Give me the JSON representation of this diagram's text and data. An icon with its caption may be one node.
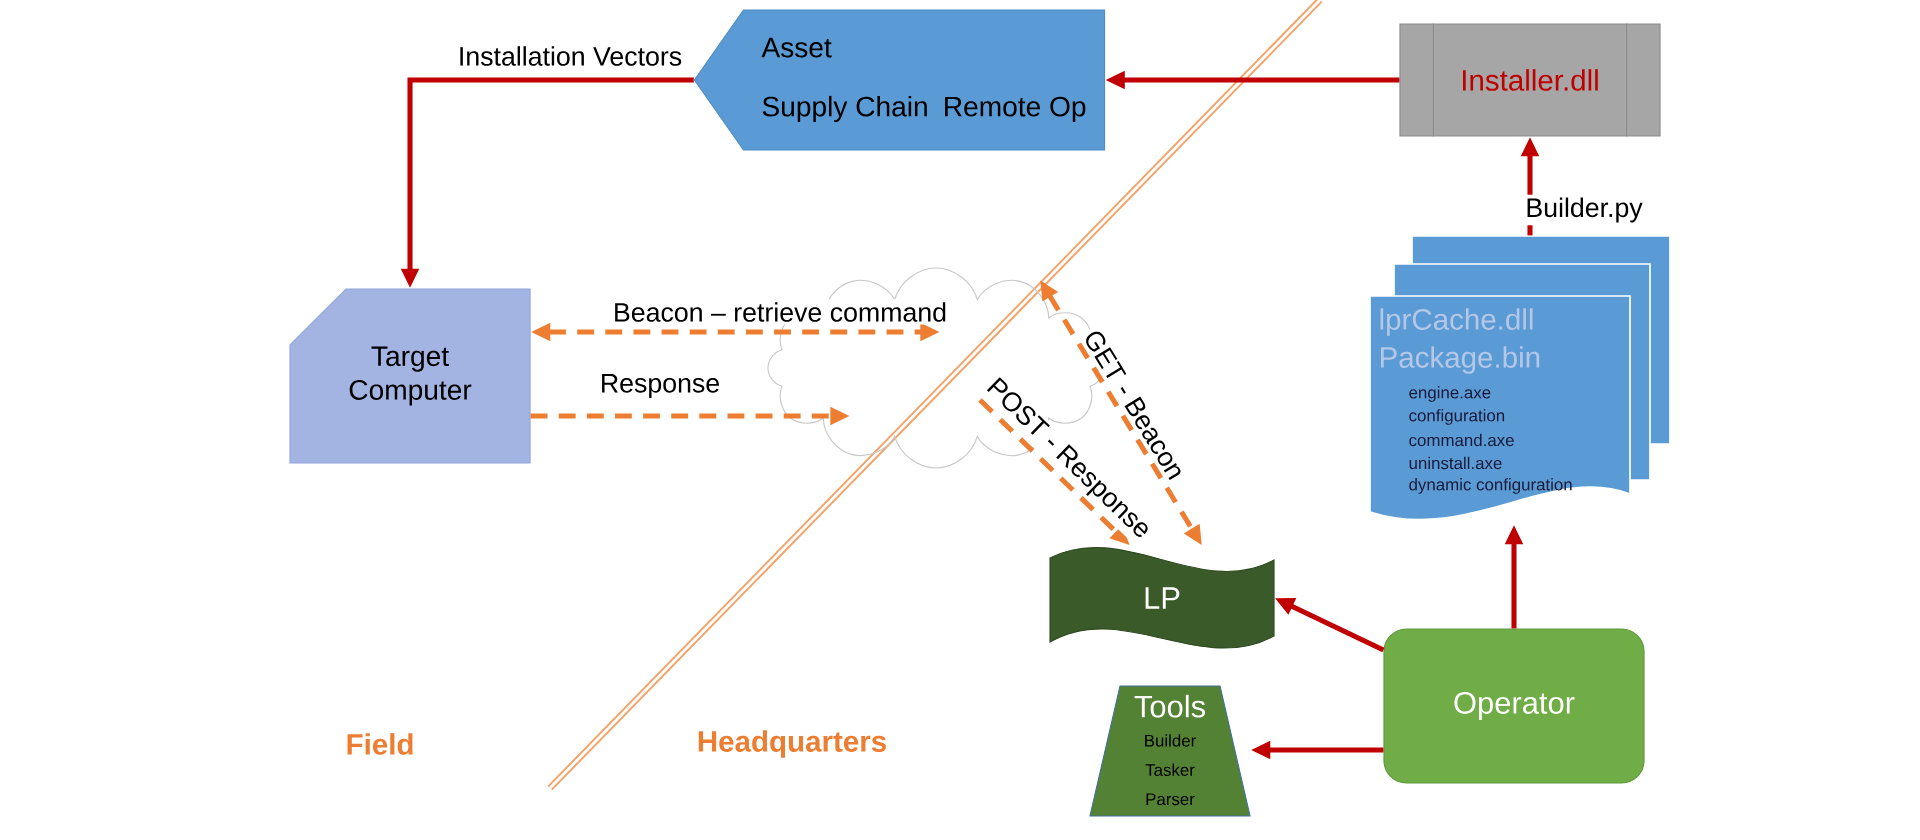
{
  "diagram": {
    "nodes": [
      {
        "text": [
          "Asset",
          "Supply Chain",
          "Remote Op"
        ]
      },
      {
        "text": [
          "Installer.dll"
        ]
      },
      {
        "text": [
          "lprCache.dll",
          "Package.bin",
          "engine.axe",
          "configuration",
          "command.axe",
          "uninstall.axe",
          "dynamic configuration"
        ]
      },
      {
        "text": [
          "Target Computer"
        ]
      },
      {
        "text": [],
        "shape": "cloud"
      },
      {
        "text": [
          "LP"
        ]
      },
      {
        "text": [
          "Tools",
          "Builder",
          "Tasker",
          "Parser"
        ]
      },
      {
        "text": [
          "Operator"
        ]
      }
    ],
    "edges": [
      {
        "from": 0,
        "to": 3,
        "arrow": "to",
        "label": "Installation Vectors"
      },
      {
        "from": 1,
        "to": 0,
        "arrow": "to"
      },
      {
        "from": 2,
        "to": 1,
        "arrow": "to",
        "label": "Builder.py"
      },
      {
        "from": 3,
        "to": 4,
        "arrow": "both",
        "label": "Beacon – retrieve command",
        "style": "dashed",
        "color": "#ed7d31"
      },
      {
        "from": 3,
        "to": 4,
        "arrow": "to",
        "label": "Response",
        "style": "dashed",
        "color": "#ed7d31"
      },
      {
        "from": 4,
        "to": 5,
        "arrow": "both",
        "label": "GET - Beacon",
        "style": "dashed",
        "color": "#ed7d31"
      },
      {
        "from": 4,
        "to": 5,
        "arrow": "to",
        "label": "POST - Response",
        "style": "dashed",
        "color": "#ed7d31"
      },
      {
        "from": 7,
        "to": 5,
        "arrow": "to"
      },
      {
        "from": 7,
        "to": 6,
        "arrow": "to"
      },
      {
        "from": 7,
        "to": 2,
        "arrow": "to"
      }
    ],
    "labels": [
      "Field",
      "Headquarters"
    ]
  }
}
